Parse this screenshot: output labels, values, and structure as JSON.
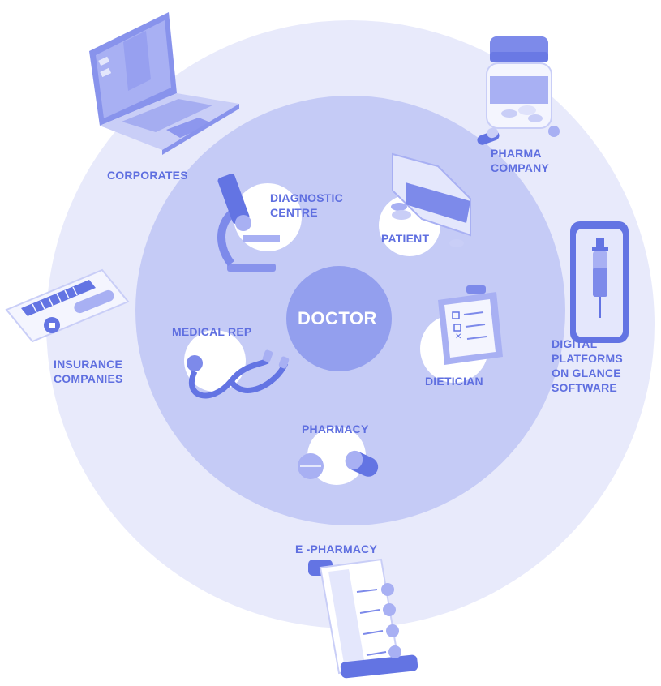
{
  "diagram": {
    "center": {
      "label": "DOCTOR"
    },
    "inner_nodes": [
      {
        "id": "diagnostic-centre",
        "label": "DIAGNOSTIC\nCENTRE",
        "icon": "microscope-icon"
      },
      {
        "id": "patient",
        "label": "PATIENT",
        "icon": "pill-box-icon"
      },
      {
        "id": "dietician",
        "label": "DIETICIAN",
        "icon": "clipboard-icon"
      },
      {
        "id": "pharmacy",
        "label": "PHARMACY",
        "icon": "pills-icon"
      },
      {
        "id": "medical-rep",
        "label": "MEDICAL REP",
        "icon": "stethoscope-icon"
      }
    ],
    "outer_nodes": [
      {
        "id": "corporates",
        "label": "CORPORATES",
        "icon": "laptop-icon"
      },
      {
        "id": "pharma-company",
        "label": "PHARMA\nCOMPANY",
        "icon": "medicine-jar-icon"
      },
      {
        "id": "digital-platforms",
        "label": "DIGITAL\nPLATFORMS\nON GLANCE\nSOFTWARE",
        "icon": "phone-syringe-icon"
      },
      {
        "id": "e-pharmacy",
        "label": "E -PHARMACY",
        "icon": "prescription-scroll-icon"
      },
      {
        "id": "insurance-companies",
        "label": "INSURANCE\nCOMPANIES",
        "icon": "insurance-card-icon"
      }
    ],
    "colors": {
      "outer_ring": "#e7e9fb",
      "inner_ring": "#c3c9f5",
      "center": "#8f9bec",
      "accent": "#6374e3",
      "label": "#5f6fe0"
    }
  }
}
